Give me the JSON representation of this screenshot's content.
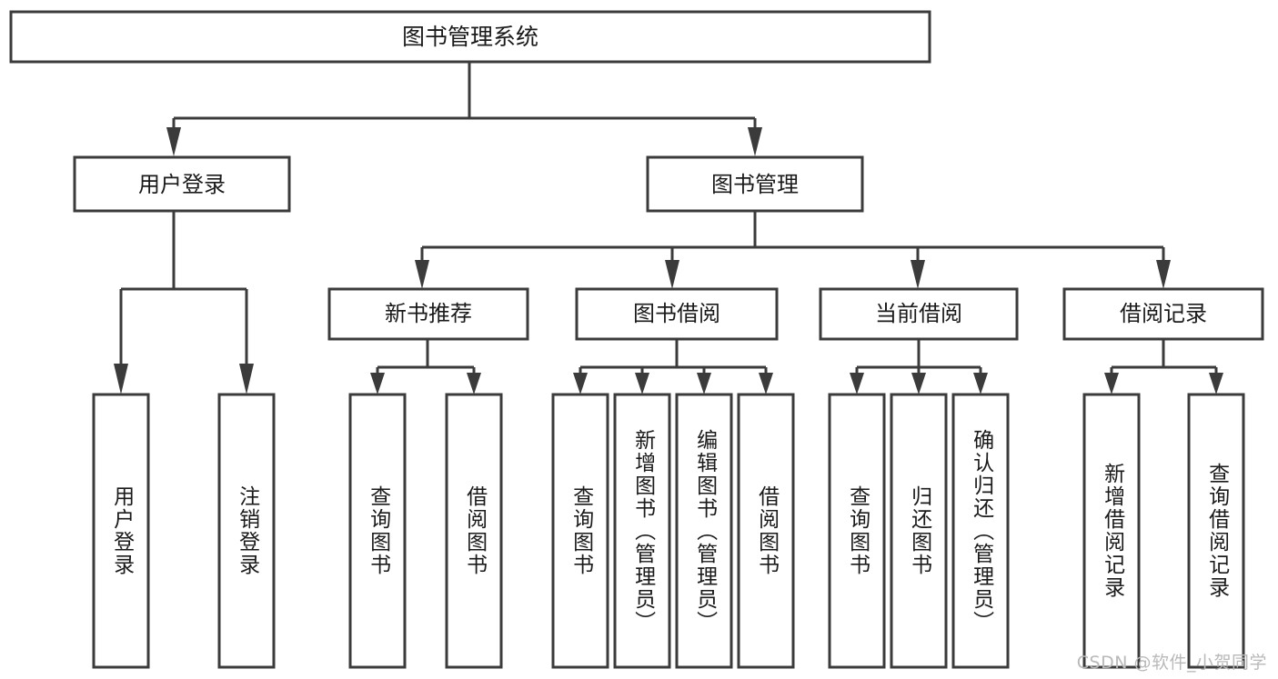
{
  "diagram": {
    "type": "tree-hierarchy-chart",
    "title": "图书管理系统",
    "watermark": "CSDN @软件_小贺同学",
    "colors": {
      "stroke": "#3b3b3b",
      "fill": "#ffffff",
      "text": "#1a1a1a",
      "watermark": "#b9b9b9"
    },
    "root": {
      "label": "图书管理系统"
    },
    "level2": [
      {
        "label": "用户登录"
      },
      {
        "label": "图书管理"
      }
    ],
    "level3": [
      {
        "label": "新书推荐"
      },
      {
        "label": "图书借阅"
      },
      {
        "label": "当前借阅"
      },
      {
        "label": "借阅记录"
      }
    ],
    "leaves": {
      "user_login": [
        {
          "label": "用户登录"
        },
        {
          "label": "注销登录"
        }
      ],
      "new_book_recommend": [
        {
          "label": "查询图书"
        },
        {
          "label": "借阅图书"
        }
      ],
      "book_borrow": [
        {
          "label": "查询图书"
        },
        {
          "label": "新增图书（管理员）"
        },
        {
          "label": "编辑图书（管理员）"
        },
        {
          "label": "借阅图书"
        }
      ],
      "current_borrow": [
        {
          "label": "查询图书"
        },
        {
          "label": "归还图书"
        },
        {
          "label": "确认归还（管理员）"
        }
      ],
      "borrow_record": [
        {
          "label": "新增借阅记录"
        },
        {
          "label": "查询借阅记录"
        }
      ]
    }
  }
}
